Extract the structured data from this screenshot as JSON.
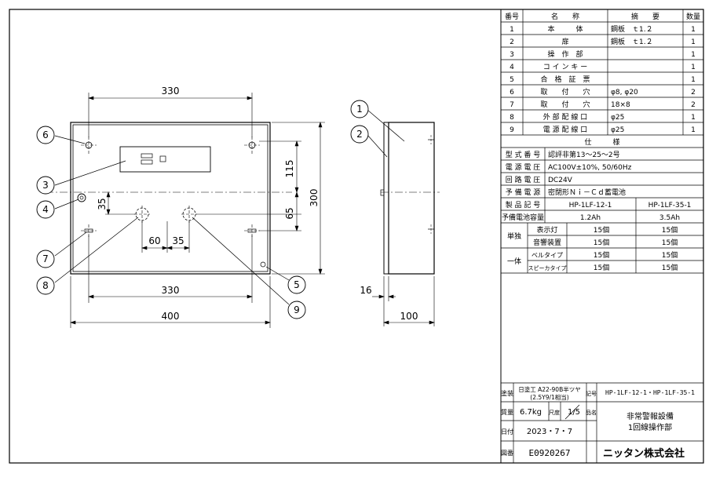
{
  "parts_header": {
    "no": "番号",
    "name": "名　　称",
    "spec": "摘　　要",
    "qty": "数量"
  },
  "parts": [
    {
      "no": "1",
      "name": "本　　　体",
      "spec": "鋼板　ｔ1.２",
      "qty": "1"
    },
    {
      "no": "2",
      "name": "扉",
      "spec": "鋼板　ｔ1.２",
      "qty": "1"
    },
    {
      "no": "3",
      "name": "操　作　部",
      "spec": "",
      "qty": "1"
    },
    {
      "no": "4",
      "name": "コ イ ン キ ー",
      "spec": "",
      "qty": "1"
    },
    {
      "no": "5",
      "name": "合　格　証　票",
      "spec": "",
      "qty": "1"
    },
    {
      "no": "6",
      "name": "取　　付　　穴",
      "spec": "φ8, φ20",
      "qty": "2"
    },
    {
      "no": "7",
      "name": "取　　付　　穴",
      "spec": "18×8",
      "qty": "2"
    },
    {
      "no": "8",
      "name": "外 部 配 線 口",
      "spec": "φ25",
      "qty": "1"
    },
    {
      "no": "9",
      "name": "電 源 配 線 口",
      "spec": "φ25",
      "qty": "1"
    }
  ],
  "spec_header": "仕　　　様",
  "specs": [
    {
      "label": "型 式 番 号",
      "value": "認評非第13～25～2号"
    },
    {
      "label": "電 源 電 圧",
      "value": "AC100V±10%, 50/60Hz"
    },
    {
      "label": "回 路 電 圧",
      "value": "DC24V"
    },
    {
      "label": "予 備 電 源",
      "value": "密閉形Ｎｉ－Ｃｄ蓄電池"
    }
  ],
  "model_label": "製 品 記 号",
  "models": [
    "HP-1LF-12-1",
    "HP-1LF-35-1"
  ],
  "battery_label": "予備電池容量",
  "battery": [
    "1.2Ah",
    "3.5Ah"
  ],
  "single_label": "単独",
  "single_rows": [
    {
      "label": "表示灯",
      "values": [
        "15個",
        "15個"
      ]
    },
    {
      "label": "音響装置",
      "values": [
        "15個",
        "15個"
      ]
    }
  ],
  "group_label": "一体",
  "group_rows": [
    {
      "label": "ベルタイプ",
      "values": [
        "15個",
        "15個"
      ]
    },
    {
      "label": "スピーカタイプ",
      "values": [
        "15個",
        "15個"
      ]
    }
  ],
  "title_block": {
    "paint_label": "塗装",
    "paint_value": "日塗工 A22-90B半ツヤ",
    "paint_sub": "(2.5Y9/1相当)",
    "code_label": "記号",
    "code_value": "HP-1LF-12-1・HP-1LF-35-1",
    "mass_label": "質量",
    "mass_value": "6.7kg",
    "scale_label": "尺度",
    "scale_value": "1/5",
    "name_label": "品名",
    "name_line1": "非常警報設備",
    "name_line2": "1回線操作部",
    "date_label": "日付",
    "date_value": "2023・7・7",
    "drawing_label": "図番",
    "drawing_value": "E0920267",
    "company": "ニッタン株式会社"
  },
  "dims": {
    "top_width": "330",
    "bottom_inner": "330",
    "bottom_outer": "400",
    "h115": "115",
    "h65": "65",
    "h300": "300",
    "v35": "35",
    "h60": "60",
    "h35": "35",
    "side16": "16",
    "side100": "100"
  },
  "callouts": [
    "1",
    "2",
    "3",
    "4",
    "5",
    "6",
    "7",
    "8",
    "9"
  ]
}
